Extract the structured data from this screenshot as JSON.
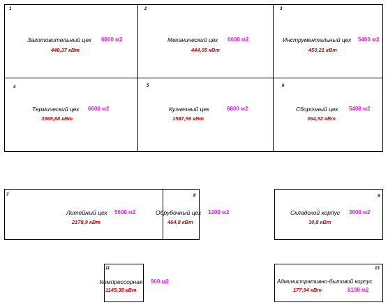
{
  "colors": {
    "border": "#000000",
    "area": "#e020e0",
    "power": "#d40000"
  },
  "workshops": [
    {
      "id": "w1",
      "number": "1",
      "name": "Заготовительный цех",
      "area": "6600 м2",
      "power": "440,37 кВт"
    },
    {
      "id": "w2",
      "number": "2",
      "name": "Механический цех",
      "area": "6600 м2",
      "power": "444,05 кВт"
    },
    {
      "id": "w3",
      "number": "3",
      "name": "Инструментальный цех",
      "area": "5400 м2",
      "power": "450,21 кВт"
    },
    {
      "id": "w4",
      "number": "4",
      "name": "Термический цех",
      "area": "6600 м2",
      "power": "3369,88 кВт"
    },
    {
      "id": "w5",
      "number": "5",
      "name": "Кузнечный цех",
      "area": "6600 м2",
      "power": "1587,96 кВт"
    },
    {
      "id": "w6",
      "number": "6",
      "name": "Сборочный цех",
      "area": "5400 м2",
      "power": "364,92 кВт"
    },
    {
      "id": "w7",
      "number": "7",
      "name": "Литейный цех",
      "area": "5600 м2",
      "power": "2178,9 кВт"
    },
    {
      "id": "w8",
      "number": "8",
      "name": "Обрубочный цех",
      "area": "1200 м2",
      "power": "464,8 кВт"
    },
    {
      "id": "w9",
      "number": "9",
      "name": "Складской корпус",
      "area": "3600 м2",
      "power": "30,8 кВт"
    },
    {
      "id": "w11",
      "number": "11",
      "name": "Компрессорная",
      "area": "900 м2",
      "power": "1145,35 кВт"
    },
    {
      "id": "w13",
      "number": "13",
      "name": "Административно-бытовой корпус",
      "area": "8100 м2",
      "power": "177,94 кВт"
    }
  ]
}
